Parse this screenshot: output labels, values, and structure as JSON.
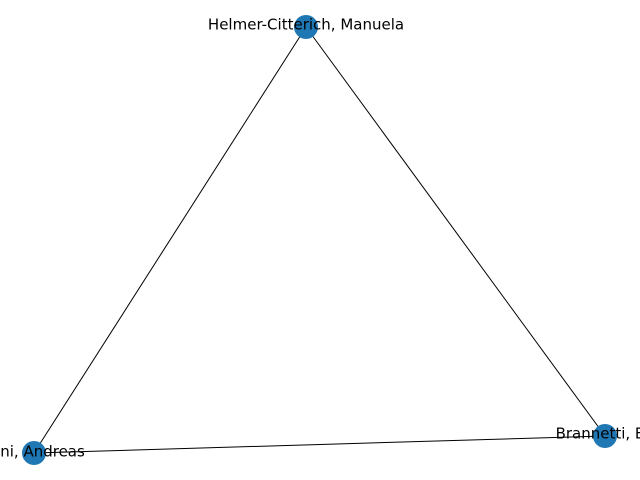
{
  "graph": {
    "node_color": "#1f77b4",
    "edge_color": "#000000",
    "nodes": [
      {
        "id": "helmer",
        "label": "Helmer-Citterich, Manuela"
      },
      {
        "id": "zoni",
        "label": "zoni, Andreas"
      },
      {
        "id": "brannetti",
        "label": "Brannetti, Ba"
      }
    ],
    "edges": [
      {
        "source": "helmer",
        "target": "zoni"
      },
      {
        "source": "helmer",
        "target": "brannetti"
      },
      {
        "source": "zoni",
        "target": "brannetti"
      }
    ]
  }
}
